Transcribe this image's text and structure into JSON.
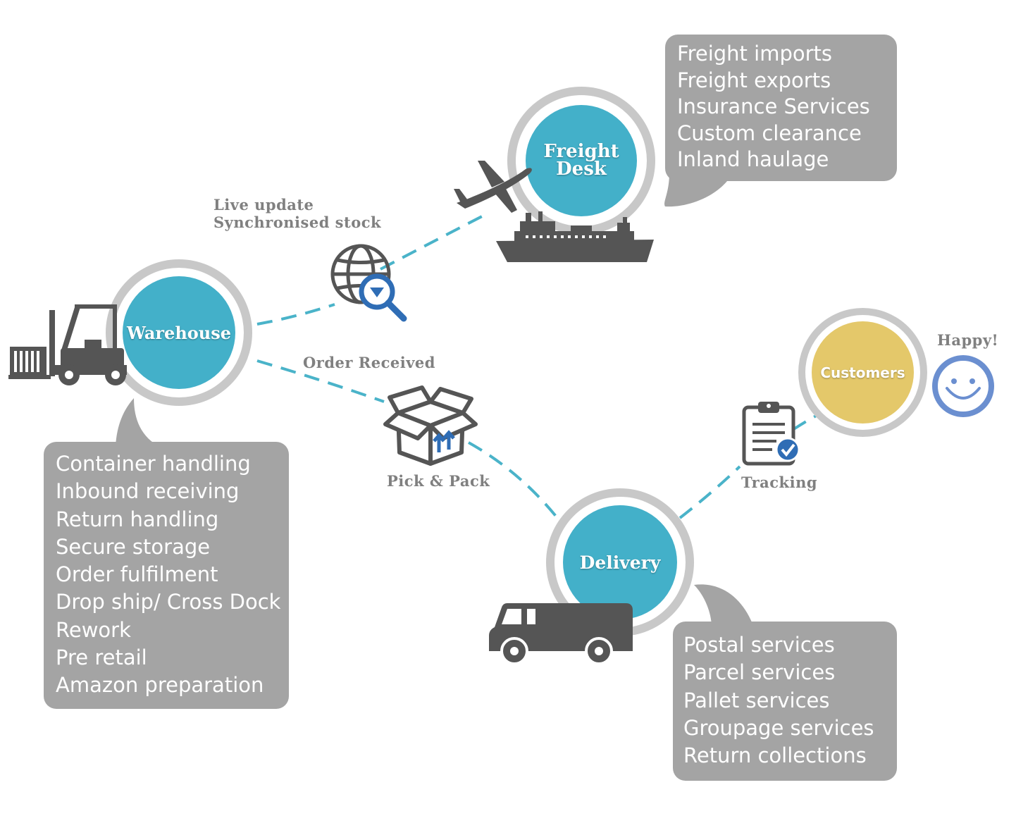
{
  "nodes": {
    "warehouse": "Warehouse",
    "freight_desk": [
      "Freight",
      "Desk"
    ],
    "delivery": "Delivery",
    "customers": "Customers"
  },
  "connector_labels": {
    "live_update": "Live update",
    "synchronised_stock": "Synchronised stock",
    "order_received": "Order Received",
    "pick_pack": "Pick & Pack",
    "tracking": "Tracking",
    "happy": "Happy!"
  },
  "bubbles": {
    "freight": [
      "Freight imports",
      "Freight exports",
      "Insurance Services",
      "Custom clearance",
      "Inland haulage"
    ],
    "warehouse": [
      "Container handling",
      "Inbound receiving",
      "Return handling",
      "Secure storage",
      "Order fulfilment",
      "Drop ship/ Cross Dock",
      "Rework",
      "Pre retail",
      "Amazon preparation"
    ],
    "delivery": [
      "Postal services",
      "Parcel services",
      "Pallet services",
      "Groupage services",
      "Return collections"
    ]
  },
  "icons": {
    "forklift": "forklift-icon",
    "globe": "globe-search-icon",
    "airplane": "airplane-icon",
    "ship": "ship-icon",
    "box": "open-box-icon",
    "van": "van-icon",
    "clipboard": "clipboard-check-icon",
    "smiley": "smiley-icon"
  },
  "colors": {
    "node_teal": "#43b0c9",
    "customers_yellow": "#e4c86a",
    "ring_grey": "#c8c8c8",
    "bubble_grey": "#a4a4a4",
    "label_grey": "#808080",
    "connector": "#4ab3c9",
    "icon_dark": "#555555",
    "icon_blue": "#2f6db5",
    "smiley_blue": "#6b8fd0"
  }
}
